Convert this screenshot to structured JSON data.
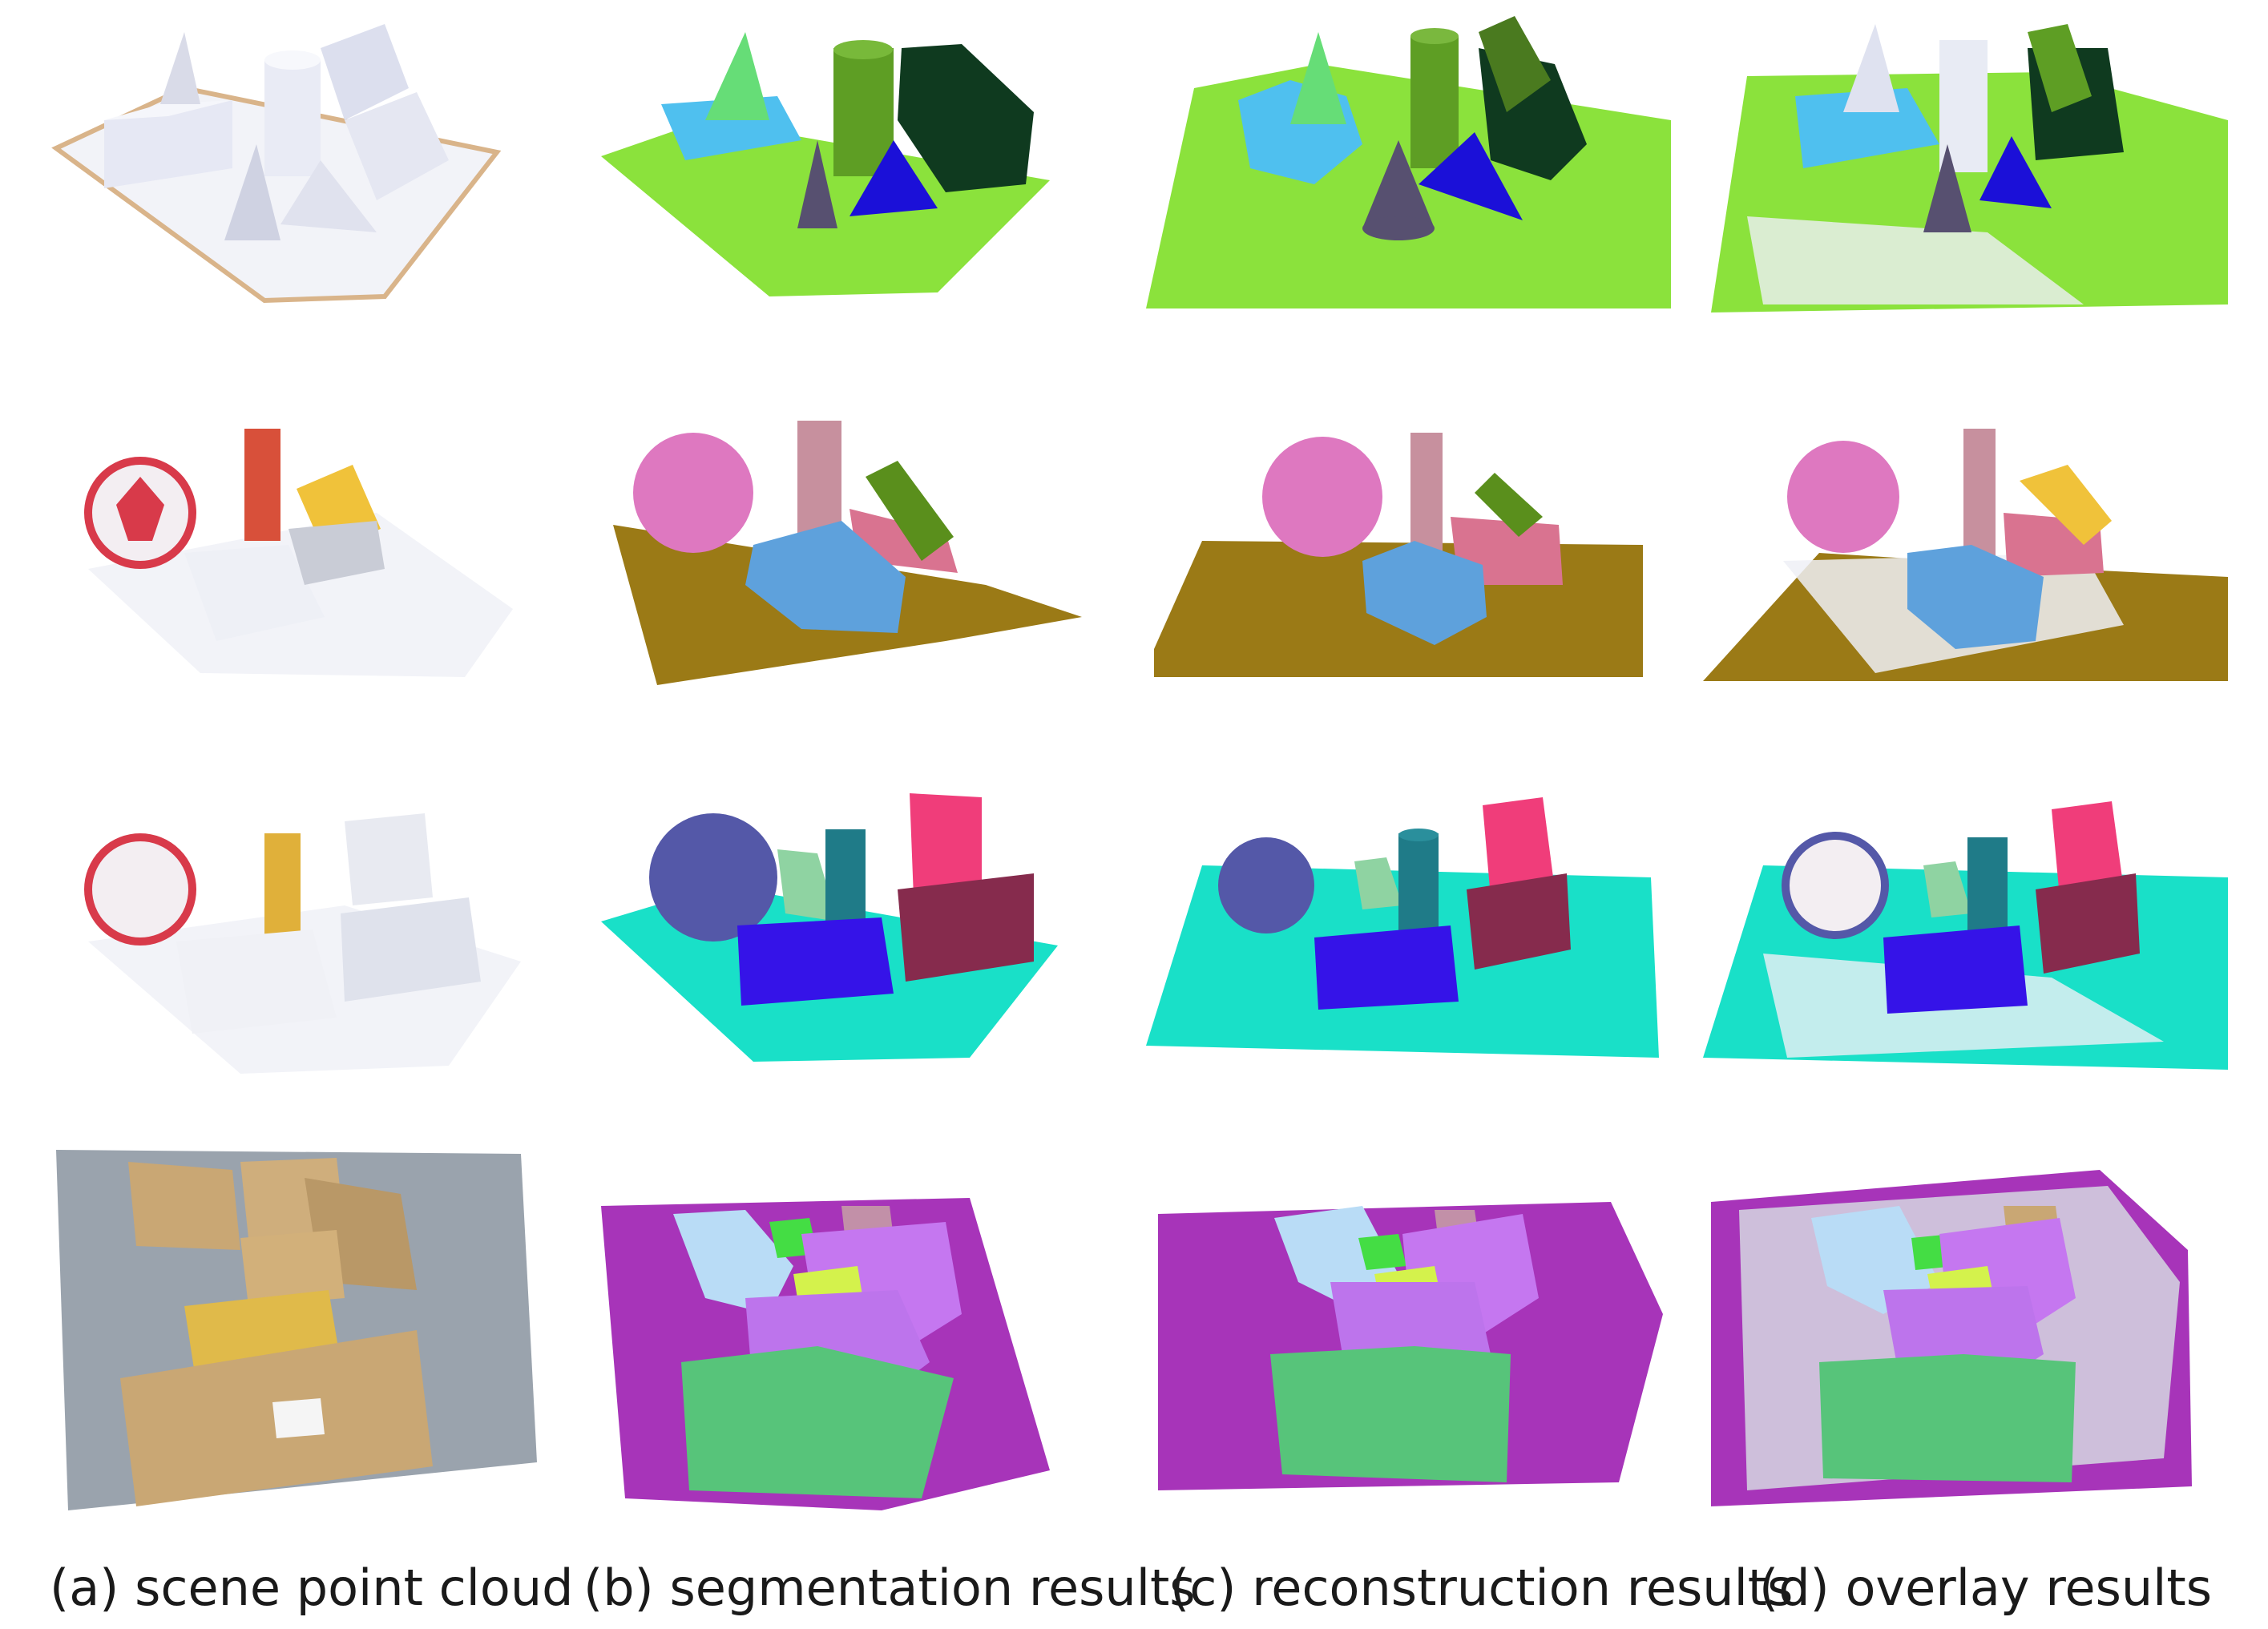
{
  "captions": {
    "a": "(a) scene point cloud",
    "b": "(b) segmentation results",
    "c": "(c) reconstruction results",
    "d": "(d) overlay results"
  },
  "colors": {
    "background": "#ffffff",
    "row1_table": "#8be23c",
    "row1_hexprism": "#4fc0ef",
    "row1_cone": "#66dd77",
    "row1_cylinder": "#5e9e24",
    "row1_box": "#0f3a1f",
    "row1_small_cone": "#575070",
    "row1_triangle": "#1b10d8",
    "row2_table": "#9b7a16",
    "row2_sphere": "#de78c0",
    "row2_cylinder": "#c7909e",
    "row2_box": "#d97390",
    "row2_small_cylinder": "#5a8f1c",
    "row2_hexprism": "#5ea1dc",
    "row3_table": "#19e0c8",
    "row3_sphere": "#5458a8",
    "row3_light_cyl": "#8fd3a2",
    "row3_cylinder": "#1f7b88",
    "row3_pink_box": "#f03d7a",
    "row3_maroon_box": "#862b4d",
    "row3_blue_box": "#3513e8",
    "row4_floor": "#a734b9",
    "row4_box_lightblue": "#b9dcf6",
    "row4_box_green": "#44dd44",
    "row4_box_mauve": "#c290a8",
    "row4_box_violet": "#c577f0",
    "row4_box_yellow": "#d4f24c",
    "row4_box_bigviolet": "#bd74ec",
    "row4_box_mint": "#57c47a",
    "photo_white": "#eef0f6",
    "photo_cardboard": "#c9a774",
    "photo_floor": "#9aa3ad"
  }
}
